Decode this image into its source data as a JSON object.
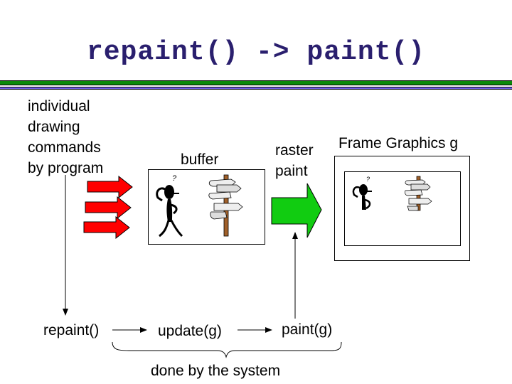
{
  "title": "repaint() -> paint()",
  "colors": {
    "title": "#2a1f6e",
    "rule_top": "#0a8a0a",
    "rule_bottom": "#6f5fe8",
    "command_arrows": "#ff0000",
    "raster_arrow": "#11cc11"
  },
  "labels": {
    "commands_line1": "individual",
    "commands_line2": "drawing",
    "commands_line3": "commands",
    "commands_line4": "by program",
    "buffer": "buffer",
    "raster_line1": "raster",
    "raster_line2": "paint",
    "frame": "Frame Graphics g",
    "repaint": "repaint()",
    "update": "update(g)",
    "paint": "paint(g)",
    "system": "done by the system"
  },
  "clipart": {
    "figure": "thinking-person-icon",
    "signpost": "signpost-icon",
    "figure_mark": "?"
  },
  "command_arrow_count": 3
}
